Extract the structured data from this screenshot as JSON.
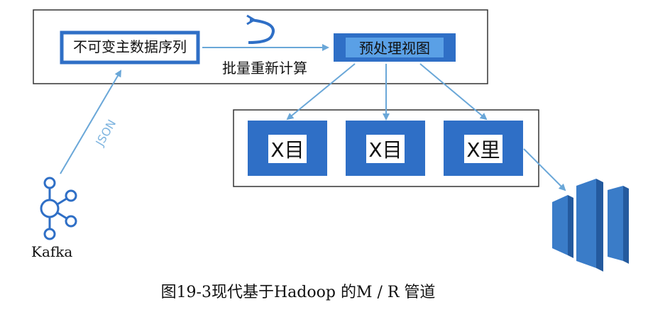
{
  "nodes": {
    "immutable_sequence": "不可变主数据序列",
    "batch_recompute": "批量重新计算",
    "preprocessed_view": "预处理视图",
    "view_1": "X目",
    "view_2": "X目",
    "view_3": "X里",
    "json_label": "JSON",
    "kafka_label": "Kafka"
  },
  "caption": "图19-3现代基于Hadoop 的M / R 管道",
  "colors": {
    "blue": "#2f6fc6",
    "light_blue": "#5aa0e6",
    "border": "#333333",
    "arrow": "#6aa7d8"
  }
}
